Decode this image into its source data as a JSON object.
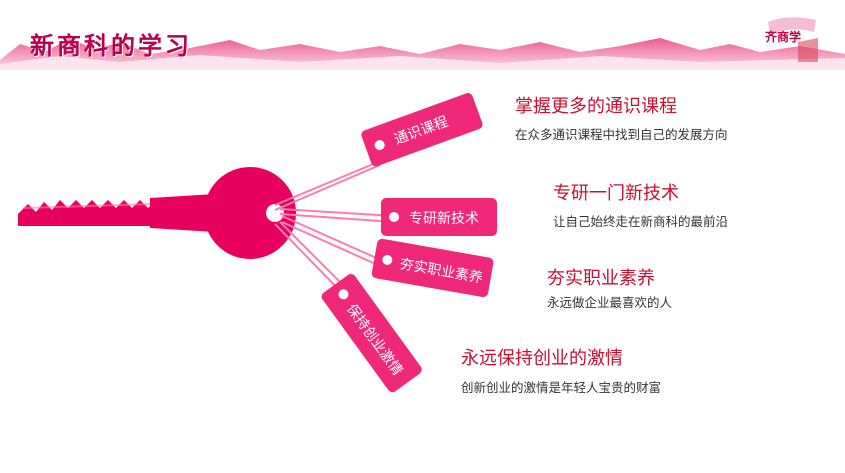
{
  "page": {
    "title": "新商科的学习"
  },
  "logo": {
    "text": "齐商学"
  },
  "key_tags": [
    {
      "label": "通识课程"
    },
    {
      "label": "专研新技术"
    },
    {
      "label": "夯实职业素养"
    },
    {
      "label": "保持创业激情"
    }
  ],
  "points": [
    {
      "heading": "掌握更多的通识课程",
      "desc": "在众多通识课程中找到自己的发展方向"
    },
    {
      "heading": "专研一门新技术",
      "desc": "让自己始终走在新商科的最前沿"
    },
    {
      "heading": "夯实职业素养",
      "desc": "永远做企业最喜欢的人"
    },
    {
      "heading": "永远保持创业的激情",
      "desc": "创新创业的激情是年轻人宝贵的财富"
    }
  ],
  "colors": {
    "accent": "#e5005a",
    "heading": "#c8102e",
    "tag": "#f0287a"
  }
}
